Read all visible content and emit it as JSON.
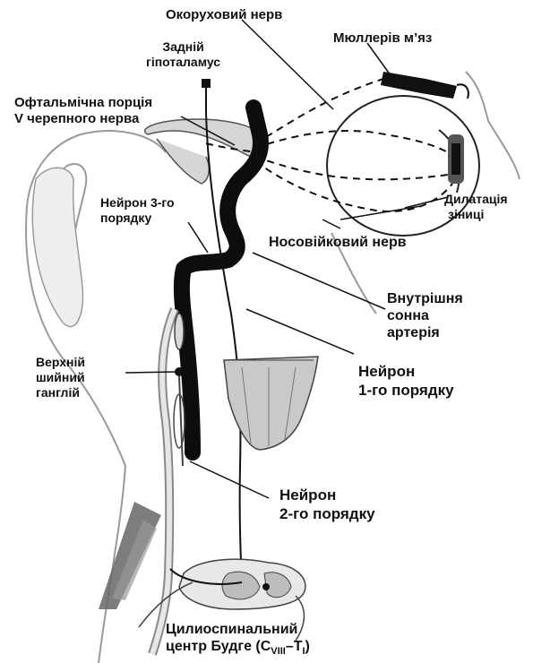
{
  "labels": {
    "ciliary_nerve": "Окоруховий нерв",
    "muller_muscle": "Мюллерів м’яз",
    "posterior_hypothalamus_1": "Задній",
    "posterior_hypothalamus_2": "гіпоталамус",
    "ophthalmic_1": "Офтальмічна порція",
    "ophthalmic_2": "V черепного нерва",
    "neuron3_1": "Нейрон 3-го",
    "neuron3_2": "порядку",
    "pupil_dilation_1": "Дилатація",
    "pupil_dilation_2": "зіниці",
    "nasociliary_nerve": "Носовійковий нерв",
    "internal_carotid_1": "Внутрішня",
    "internal_carotid_2": "сонна",
    "internal_carotid_3": "артерія",
    "superior_ganglion_1": "Верхній",
    "superior_ganglion_2": "шийний",
    "superior_ganglion_3": "ганглій",
    "neuron1_1": "Нейрон",
    "neuron1_2": "1-го порядку",
    "neuron2_1": "Нейрон",
    "neuron2_2": "2-го порядку",
    "budge_1": "Цилиоспинальний",
    "budge_2": "центр Будге (С",
    "budge_sub1": "VIII",
    "budge_dash": "–Т",
    "budge_sub2": "I",
    "budge_close": ")"
  },
  "colors": {
    "ink": "#111111",
    "artery": "#0d0d0d",
    "skin": "#9a9a9a",
    "shade": "#cfcfcf"
  }
}
